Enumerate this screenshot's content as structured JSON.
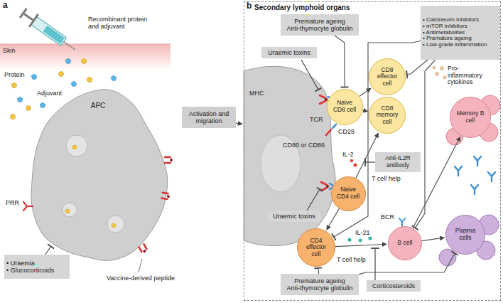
{
  "diagram": {
    "nodes": [
      {
        "text": [
          "APC"
        ]
      },
      {
        "text": [
          "• Uraemia",
          "• Glucocorticoids"
        ]
      },
      {
        "text": [
          "Activation and migration"
        ]
      },
      {
        "text": [
          "Secondary lymphoid organs"
        ]
      },
      {
        "text": [
          "Premature ageing",
          "Anti-thymocyte globulin"
        ],
        "in": 3
      },
      {
        "text": [
          "Uraemic toxins"
        ],
        "in": 3
      },
      {
        "text": [
          "Naive CD8 cell"
        ],
        "in": 3
      },
      {
        "text": [
          "CD8 effector cell"
        ],
        "in": 3
      },
      {
        "text": [
          "CD8 memory cell"
        ],
        "in": 3
      },
      {
        "text": [
          "• Calcineurin inhibitors",
          "• mTOR inhibitors",
          "• Antimetabolites",
          "• Premature ageing",
          "• Low-grade inflammation"
        ],
        "in": 3
      },
      {
        "text": [
          "Memory B cell"
        ],
        "in": 3
      },
      {
        "text": [
          "Naive CD4 cell"
        ],
        "in": 3
      },
      {
        "text": [
          "Uraemic toxins"
        ],
        "in": 3
      },
      {
        "text": [
          "CD4 effector cell"
        ],
        "in": 3
      },
      {
        "text": [
          "B cell"
        ],
        "in": 3
      },
      {
        "text": [
          "Plasma cells"
        ],
        "in": 3
      },
      {
        "text": [
          "Corticosteroids"
        ],
        "in": 3
      },
      {
        "text": [
          "Premature ageing",
          "Anti-thymocyte globulin"
        ],
        "in": 3
      },
      {
        "text": [
          "Anti-IL2R antibody"
        ],
        "in": 3
      }
    ],
    "edges": [
      {
        "from": 1,
        "to": 0,
        "arrow": "to"
      },
      {
        "from": 2,
        "to": 3,
        "arrow": "to"
      },
      {
        "from": 4,
        "to": 6,
        "arrow": "to"
      },
      {
        "from": 6,
        "to": 7,
        "arrow": "to"
      },
      {
        "from": 6,
        "to": 8,
        "arrow": "to"
      },
      {
        "from": 9,
        "to": 7,
        "arrow": "to"
      },
      {
        "from": 9,
        "to": 13,
        "arrow": "to"
      },
      {
        "from": 9,
        "to": 14,
        "arrow": "to"
      },
      {
        "from": 11,
        "to": 8,
        "arrow": "to"
      },
      {
        "from": 11,
        "to": 13,
        "arrow": "to"
      },
      {
        "from": 13,
        "to": 14,
        "arrow": "to"
      },
      {
        "from": 14,
        "to": 10,
        "arrow": "to"
      },
      {
        "from": 14,
        "to": 15,
        "arrow": "to"
      },
      {
        "from": 17,
        "to": 13,
        "arrow": "to"
      },
      {
        "from": 17,
        "to": 15,
        "arrow": "to"
      }
    ],
    "labels": [
      "a",
      "b",
      "Recombinant protein and adjuvant",
      "Skin",
      "Protein",
      "Adjuvant",
      "PRR",
      "Vaccine-derived peptide",
      "MHC",
      "TCR",
      "CD28",
      "CD80 or CD86",
      "IL-2",
      "T cell help",
      "BCR",
      "IL-21",
      "T cell help",
      "Pro-inflammatory cytokines"
    ]
  }
}
